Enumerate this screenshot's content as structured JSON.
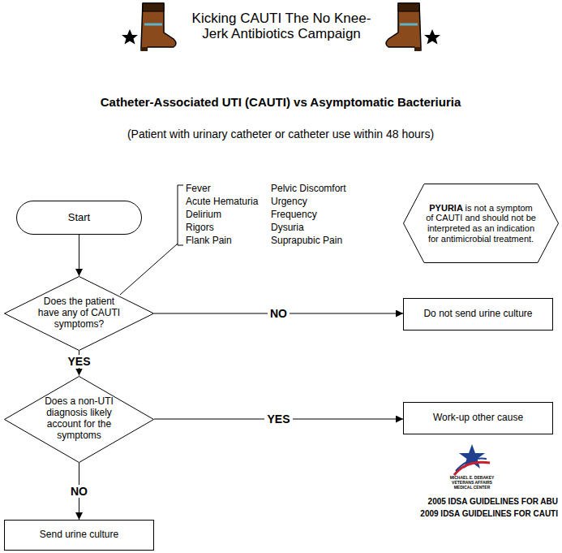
{
  "diagram": {
    "title": "Kicking CAUTI The No Knee-Jerk Antibiotics Campaign",
    "nodes": [
      {
        "text": [
          "Start"
        ]
      },
      {
        "text": [
          "PYURIA",
          "is not a symptom of CAUTI and should not be interpreted as an indication for antimicrobial treatment."
        ]
      },
      {
        "text": [
          "Does the patient have any of CAUTI symptoms?"
        ]
      },
      {
        "text": [
          "Do not send urine culture"
        ]
      },
      {
        "text": [
          "Does a non-UTI diagnosis likely account for the symptoms"
        ]
      },
      {
        "text": [
          "Work-up other cause"
        ]
      },
      {
        "text": [
          "Send urine culture"
        ]
      }
    ],
    "edges": [
      {
        "from": 0,
        "to": 2,
        "arrow": "to"
      },
      {
        "from": 2,
        "to": 3,
        "label": "NO",
        "arrow": "to"
      },
      {
        "from": 2,
        "to": 4,
        "label": "YES",
        "arrow": "to"
      },
      {
        "from": 4,
        "to": 5,
        "label": "YES",
        "arrow": "to"
      },
      {
        "from": 4,
        "to": 6,
        "label": "NO",
        "arrow": "to"
      }
    ],
    "labels": [
      "Catheter-Associated UTI (CAUTI) vs Asymptomatic Bacteriuria",
      "(Patient with urinary catheter or catheter use within 48 hours)",
      "Fever",
      "Acute Hematuria",
      "Delirium",
      "Rigors",
      "Flank Pain",
      "Pelvic Discomfort",
      "Urgency",
      "Frequency",
      "Dysuria",
      "Suprapubic Pain",
      "MICHAEL E. DEBAKEY",
      "VETERANS AFFAIRS",
      "MEDICAL CENTER",
      "2005 IDSA GUIDELINES FOR ABU",
      "2009 IDSA GUIDELINES FOR CAUTI"
    ]
  }
}
